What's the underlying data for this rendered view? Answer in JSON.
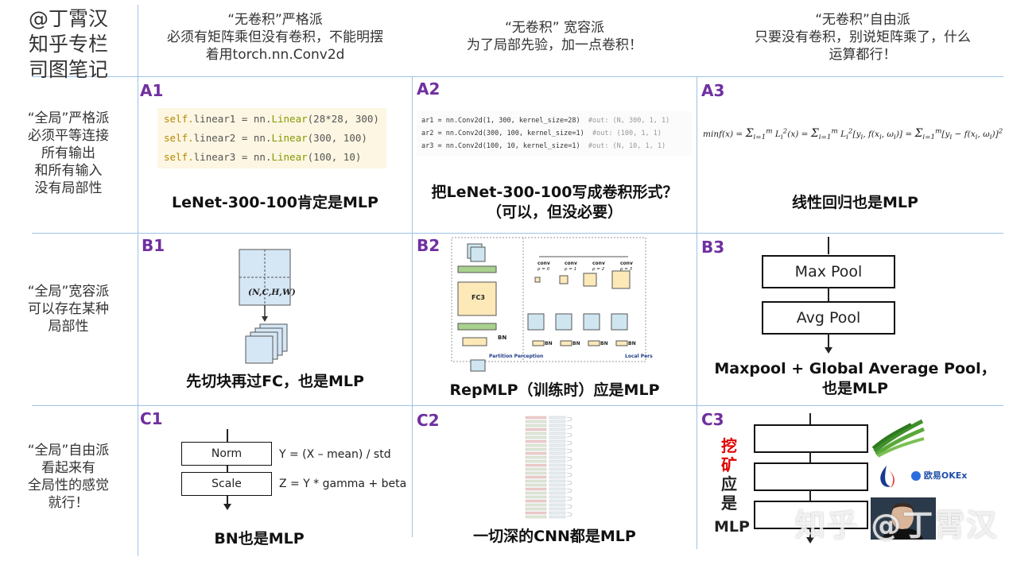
{
  "corner": {
    "line1": "@丁霄汉",
    "line2": "知乎专栏",
    "line3": "司图笔记"
  },
  "columns": [
    {
      "line1": "“无卷积”严格派",
      "line2": "必须有矩阵乘但没有卷积，不能明摆",
      "line3": "着用torch.nn.Conv2d"
    },
    {
      "line1": "“无卷积” 宽容派",
      "line2": "为了局部先验，加一点卷积！",
      "line3": ""
    },
    {
      "line1": "“无卷积”自由派",
      "line2": "只要没有卷积，别说矩阵乘了，什么",
      "line3": "运算都行！"
    }
  ],
  "rows": [
    {
      "lines": [
        "“全局”严格派",
        "必须平等连接",
        "所有输出",
        "和所有输入",
        "没有局部性"
      ]
    },
    {
      "lines": [
        "“全局”宽容派",
        "可以存在某种",
        "局部性"
      ]
    },
    {
      "lines": [
        "“全局”自由派",
        "看起来有",
        "全局性的感觉",
        "就行！"
      ]
    }
  ],
  "cells": {
    "A1": {
      "id": "A1",
      "caption": "LeNet-300-100肯定是MLP",
      "code": [
        {
          "obj": "self.",
          "attr": "linear1 = nn.",
          "fn": "Linear",
          "args": "(28*28, 300)"
        },
        {
          "obj": "self.",
          "attr": "linear2 = nn.",
          "fn": "Linear",
          "args": "(300, 100)"
        },
        {
          "obj": "self.",
          "attr": "linear3 = nn.",
          "fn": "Linear",
          "args": "(100, 10)"
        }
      ]
    },
    "A2": {
      "id": "A2",
      "caption1": "把LeNet-300-100写成卷积形式？",
      "caption2": "（可以，但没必要）",
      "code": [
        {
          "text": "ar1 = nn.Conv2d(1, 300, kernel_size=28)",
          "comment": "#out: (N, 300, 1, 1)"
        },
        {
          "text": "ar2 = nn.Conv2d(300, 100, kernel_size=1)",
          "comment": "#out: (100, 1, 1)"
        },
        {
          "text": "ar3 = nn.Conv2d(100, 10, kernel_size=1)",
          "comment": "#out: (N, 10, 1, 1)"
        }
      ]
    },
    "A3": {
      "id": "A3",
      "caption": "线性回归也是MLP"
    },
    "B1": {
      "id": "B1",
      "caption": "先切块再过FC，也是MLP",
      "tensor_label": "(N,C,H,W)"
    },
    "B2": {
      "id": "B2",
      "caption": "RepMLP（训练时）应是MLP",
      "fc_label": "FC3",
      "bn_label": "BN",
      "conv_label": "conv",
      "p_labels": [
        "p = 0",
        "p = 1",
        "p = 2",
        "p = 3"
      ],
      "footer_left": "Partition Perception",
      "footer_right": "Local Pers"
    },
    "B3": {
      "id": "B3",
      "box1": "Max Pool",
      "box2": "Avg Pool",
      "caption1": "Maxpool + Global Average Pool，",
      "caption2": "也是MLP"
    },
    "C1": {
      "id": "C1",
      "box1": "Norm",
      "box2": "Scale",
      "eq1": "Y = (X – mean) / std",
      "eq2": "Z = Y * gamma + beta",
      "caption": "BN也是MLP"
    },
    "C2": {
      "id": "C2",
      "caption": "一切深的CNN都是MLP"
    },
    "C3": {
      "id": "C3",
      "red_text": [
        "挖",
        "矿"
      ],
      "black_text": [
        "应",
        "是"
      ],
      "mlp": "MLP",
      "badge_text": "欧易OKEx"
    }
  },
  "watermark": "知乎 @丁霄汉",
  "colors": {
    "grid": "#9dc3e6",
    "cell_id": "#7030a0",
    "code_bg": "#fdf6e3",
    "bn_fill": "#fde9b8",
    "red": "#e00000"
  }
}
